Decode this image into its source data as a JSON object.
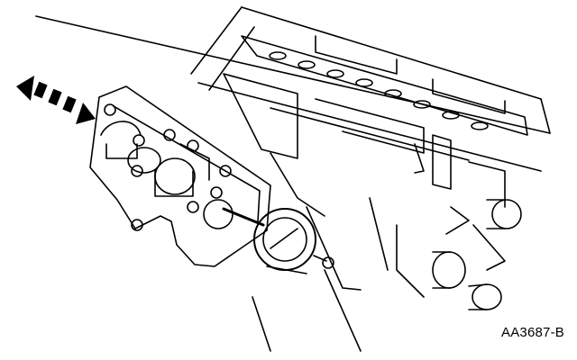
{
  "figure": {
    "reference_code": "AA3687-B"
  },
  "colors": {
    "line": "#000000",
    "background": "#ffffff"
  },
  "icons": {
    "motion_arrow": "double-headed-dashed-arrow",
    "gauge": "dial-indicator"
  }
}
